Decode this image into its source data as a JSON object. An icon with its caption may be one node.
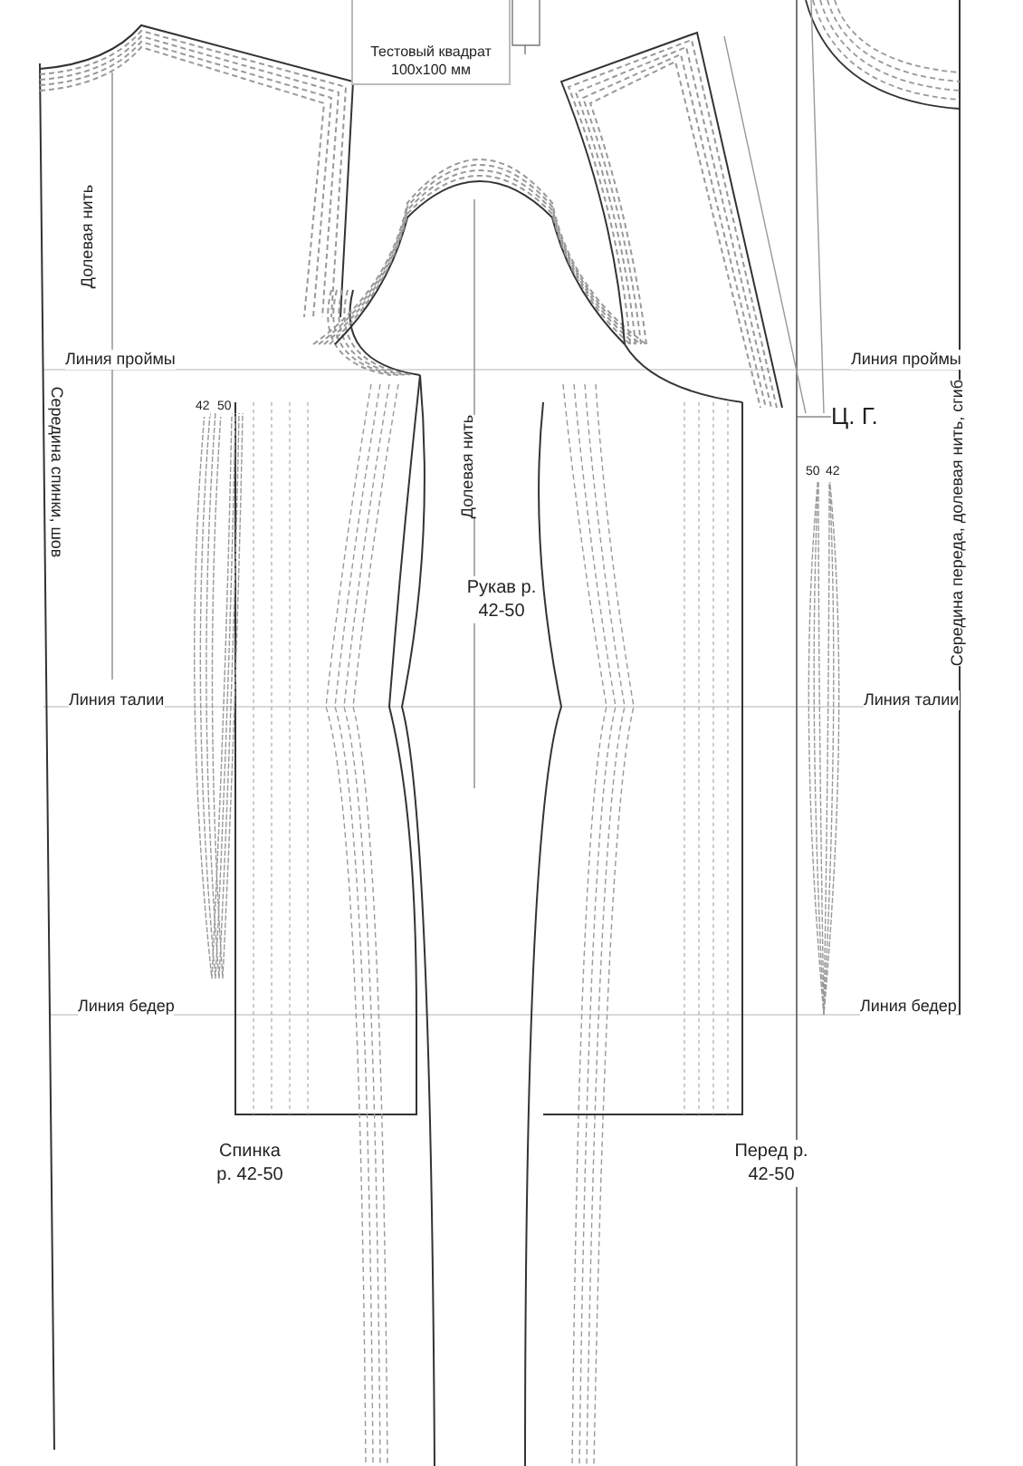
{
  "diagram": {
    "nodes": [
      {
        "text": [
          "Тестовый квадрат 100х100 мм"
        ]
      }
    ],
    "edges": [],
    "labels": [
      "Долевая нить",
      "Линия проймы",
      "Линия проймы",
      "42",
      "50",
      "Ц. Г.",
      "50",
      "42",
      "Середина спинки, шов",
      "Долевая нить",
      "Середина переда, долевая нить, сгиб",
      "Рукав р. 42-50",
      "Линия талии",
      "Линия талии",
      "Линия бедер",
      "Линия бедер",
      "Спинка р. 42-50",
      "Перед р. 42-50"
    ]
  }
}
